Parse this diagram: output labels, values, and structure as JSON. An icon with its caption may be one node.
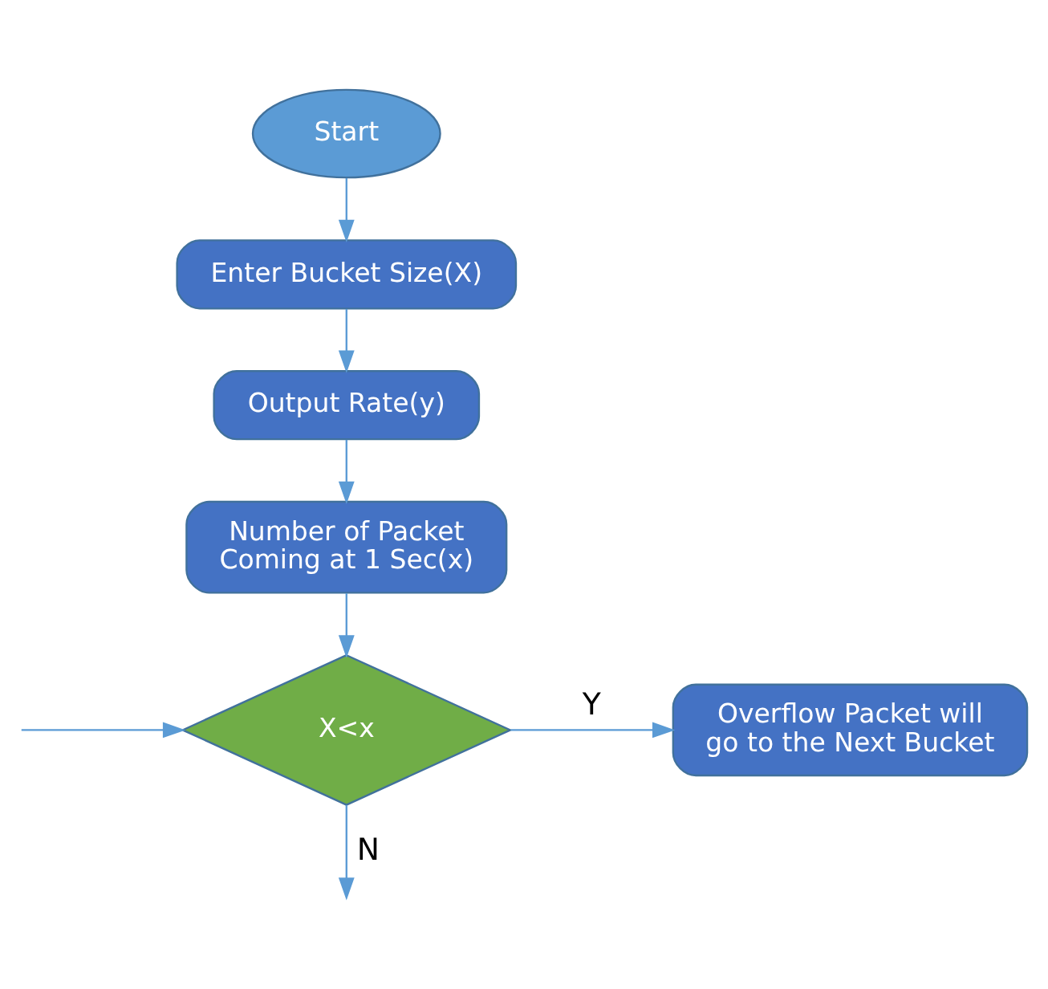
{
  "diagram": {
    "nodes": [
      {
        "text": [
          "Start"
        ]
      },
      {
        "text": [
          "Enter Bucket Size(X)"
        ]
      },
      {
        "text": [
          "Output Rate(y)"
        ]
      },
      {
        "text": [
          "Number of Packet Coming at 1 Sec(x)"
        ]
      },
      {
        "text": [
          "X<x"
        ]
      },
      {
        "text": [
          "Overflow Packet will go to the Next Bucket"
        ]
      }
    ],
    "edges": [
      {
        "from": 0,
        "to": 1,
        "arrow": "to"
      },
      {
        "from": 1,
        "to": 2,
        "arrow": "to"
      },
      {
        "from": 2,
        "to": 3,
        "arrow": "to"
      },
      {
        "from": 3,
        "to": 4,
        "arrow": "to"
      },
      {
        "from": 4,
        "to": 5,
        "arrow": "to",
        "label": "Y"
      },
      {
        "from": null,
        "to": 4,
        "arrow": "to"
      },
      {
        "from": 4,
        "to": null,
        "arrow": "to",
        "label": "N"
      }
    ]
  }
}
